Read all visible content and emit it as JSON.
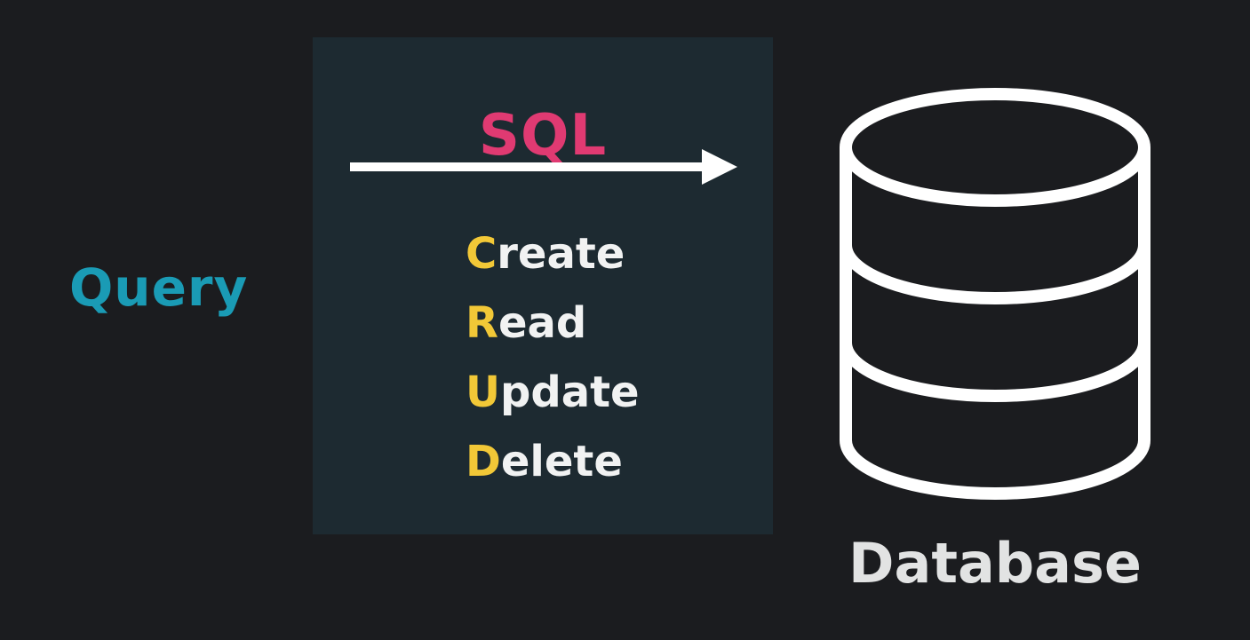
{
  "query_label": "Query",
  "sql_title": "SQL",
  "crud": [
    {
      "initial": "C",
      "rest": "reate"
    },
    {
      "initial": "R",
      "rest": "ead"
    },
    {
      "initial": "U",
      "rest": "pdate"
    },
    {
      "initial": "D",
      "rest": "elete"
    }
  ],
  "database_label": "Database",
  "icons": {
    "arrow": "arrow-right-icon",
    "database": "database-icon"
  },
  "colors": {
    "background": "#1b1c1f",
    "panel": "#1d2a31",
    "query": "#1a9bb5",
    "sql": "#e03a72",
    "initial": "#f2c837",
    "text": "#f1f2f2"
  }
}
